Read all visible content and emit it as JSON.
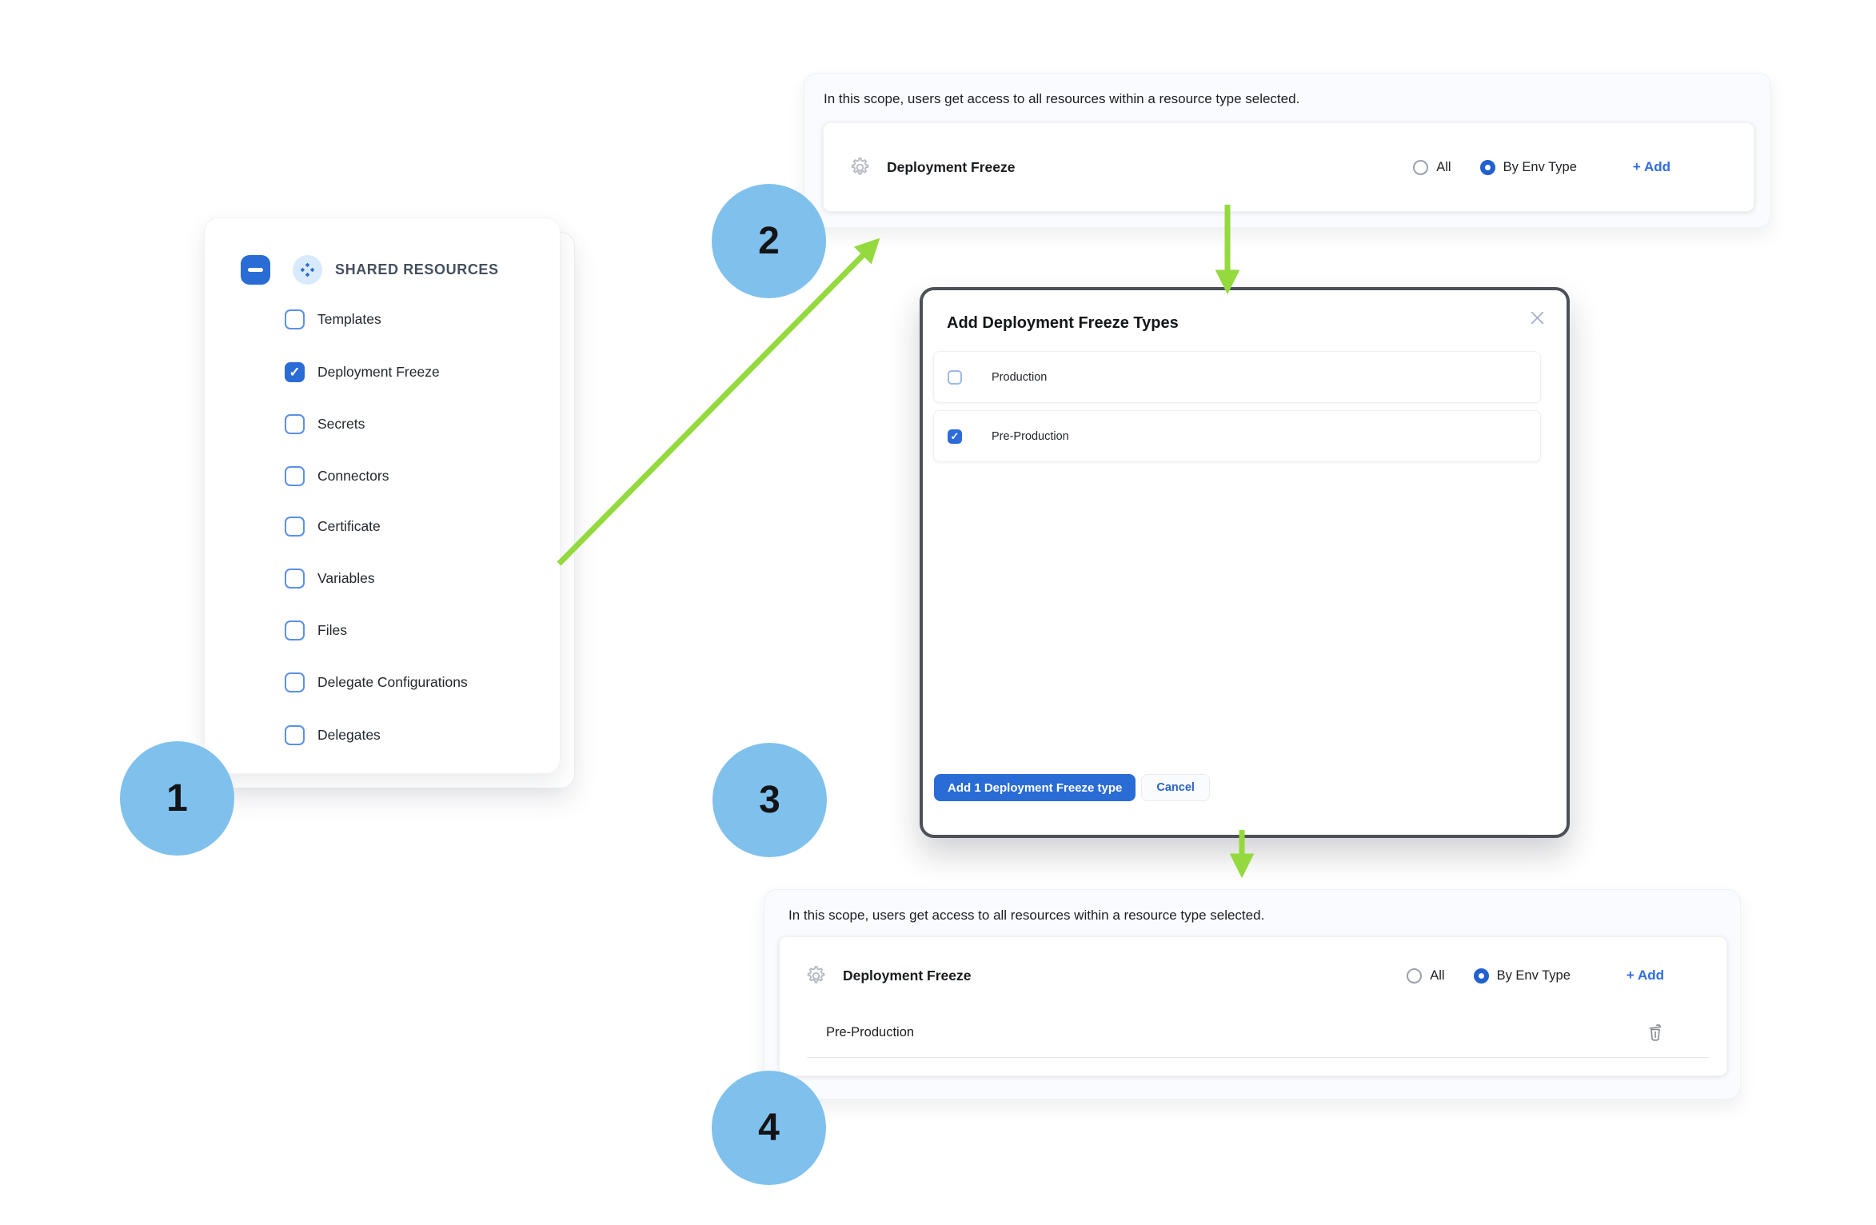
{
  "steps": [
    {
      "label": "1"
    },
    {
      "label": "2"
    },
    {
      "label": "3"
    },
    {
      "label": "4"
    }
  ],
  "sidebar": {
    "title": "SHARED RESOURCES",
    "items": [
      {
        "label": "Templates",
        "checked": false
      },
      {
        "label": "Deployment Freeze",
        "checked": true
      },
      {
        "label": "Secrets",
        "checked": false
      },
      {
        "label": "Connectors",
        "checked": false
      },
      {
        "label": "Certificate",
        "checked": false
      },
      {
        "label": "Variables",
        "checked": false
      },
      {
        "label": "Files",
        "checked": false
      },
      {
        "label": "Delegate Configurations",
        "checked": false
      },
      {
        "label": "Delegates",
        "checked": false
      }
    ]
  },
  "scope_panel_top": {
    "description": "In this scope, users get access to all resources within a resource type selected.",
    "resource": {
      "name": "Deployment Freeze",
      "options": [
        {
          "label": "All",
          "selected": false
        },
        {
          "label": "By Env Type",
          "selected": true
        }
      ],
      "add_label": "+ Add"
    }
  },
  "modal": {
    "title": "Add Deployment Freeze Types",
    "options": [
      {
        "label": "Production",
        "checked": false
      },
      {
        "label": "Pre-Production",
        "checked": true
      }
    ],
    "primary_label": "Add 1 Deployment Freeze type",
    "cancel_label": "Cancel"
  },
  "scope_panel_bottom": {
    "description": "In this scope, users get access to all resources within a resource type selected.",
    "resource": {
      "name": "Deployment Freeze",
      "options": [
        {
          "label": "All",
          "selected": false
        },
        {
          "label": "By Env Type",
          "selected": true
        }
      ],
      "add_label": "+ Add"
    },
    "rows": [
      {
        "label": "Pre-Production"
      }
    ]
  },
  "colors": {
    "accent_blue": "#2a6cd5",
    "arrow_green": "#94d93d",
    "step_circle_blue": "#7fc1ec",
    "modal_border": "#4b5157"
  }
}
